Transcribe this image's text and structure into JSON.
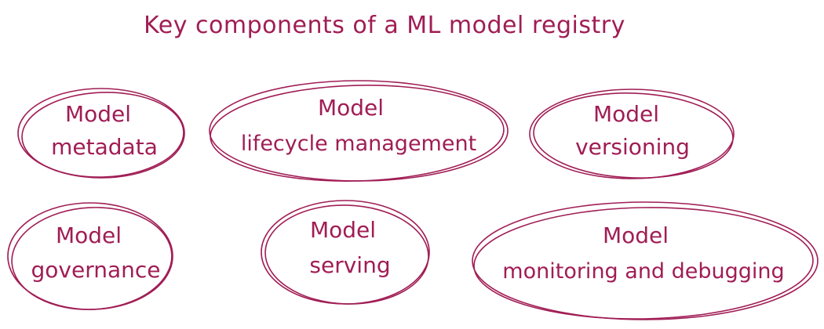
{
  "title": "Key components of a ML model registry",
  "colors": {
    "ink": "#a01d55"
  },
  "components": [
    {
      "line1": "Model",
      "line2": "metadata"
    },
    {
      "line1": "Model",
      "line2": "lifecycle management"
    },
    {
      "line1": "Model",
      "line2": "versioning"
    },
    {
      "line1": "Model",
      "line2": "governance"
    },
    {
      "line1": "Model",
      "line2": "serving"
    },
    {
      "line1": "Model",
      "line2": "monitoring and debugging"
    }
  ]
}
